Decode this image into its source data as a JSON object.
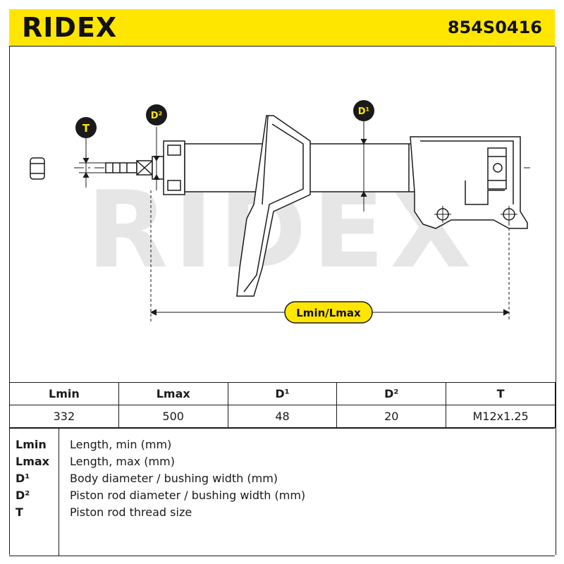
{
  "header": {
    "brand": "RIDEX",
    "part_number": "854S0416"
  },
  "drawing": {
    "watermark": "RIDEX",
    "labels": {
      "t": "T",
      "d2": "D²",
      "d1": "D¹",
      "length": "Lmin/Lmax"
    },
    "colors": {
      "accent": "#ffe600",
      "line": "#1a1a1a",
      "watermark": "#e6e6e6"
    }
  },
  "table": {
    "headers": [
      "Lmin",
      "Lmax",
      "D¹",
      "D²",
      "T"
    ],
    "values": [
      "332",
      "500",
      "48",
      "20",
      "M12x1.25"
    ]
  },
  "legend": [
    {
      "key": "Lmin",
      "desc": "Length, min (mm)"
    },
    {
      "key": "Lmax",
      "desc": "Length, max (mm)"
    },
    {
      "key": "D¹",
      "desc": "Body diameter / bushing width (mm)"
    },
    {
      "key": "D²",
      "desc": "Piston rod diameter / bushing width (mm)"
    },
    {
      "key": "T",
      "desc": "Piston rod thread size"
    }
  ]
}
